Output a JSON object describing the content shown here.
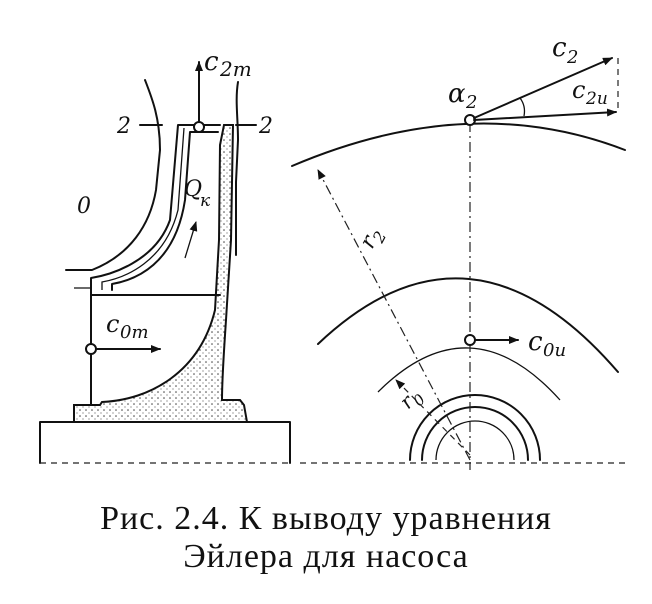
{
  "labels": {
    "c2m": "c",
    "c2m_sub": "2m",
    "c2": "c",
    "c2_sub": "2",
    "c2u": "c",
    "c2u_sub": "2u",
    "alpha2": "α",
    "alpha2_sub": "2",
    "c0m": "c",
    "c0m_sub": "0m",
    "c0u": "c",
    "c0u_sub": "0u",
    "qk": "Q",
    "qk_sub": "к",
    "r2": "r",
    "r2_sub": "2",
    "r0": "r",
    "r0_sub": "0",
    "sec2_left": "2",
    "sec2_right": "2",
    "sec0": "0"
  },
  "caption": {
    "line1": "Рис.   2.4.   К  выводу   уравнения",
    "line2": "Эйлера для  насоса"
  }
}
